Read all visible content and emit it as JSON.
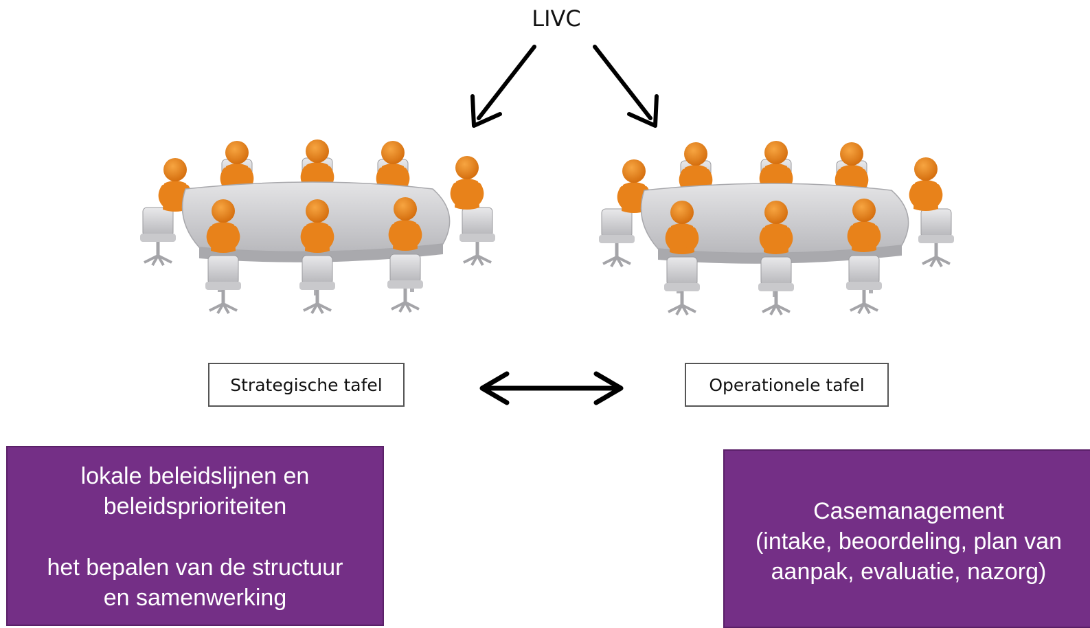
{
  "title": "LIVC",
  "tables": {
    "left_label": "Strategische tafel",
    "right_label": "Operationele tafel"
  },
  "boxes": {
    "left": {
      "line1": "lokale beleidslijnen en",
      "line2": "beleidsprioriteiten",
      "line3": "het bepalen van de structuur",
      "line4": "en samenwerking"
    },
    "right": {
      "line1": "Casemanagement",
      "line2": "(intake, beoordeling, plan van",
      "line3": "aanpak, evaluatie, nazorg)"
    }
  },
  "colors": {
    "purple": "#742f86",
    "figure_orange": "#e8821a",
    "table_grey": "#d4d4d6",
    "arrow": "#000000"
  },
  "icons": [
    "meeting-table-illustration",
    "arrow-down-left-icon",
    "arrow-down-right-icon",
    "double-arrow-icon"
  ]
}
